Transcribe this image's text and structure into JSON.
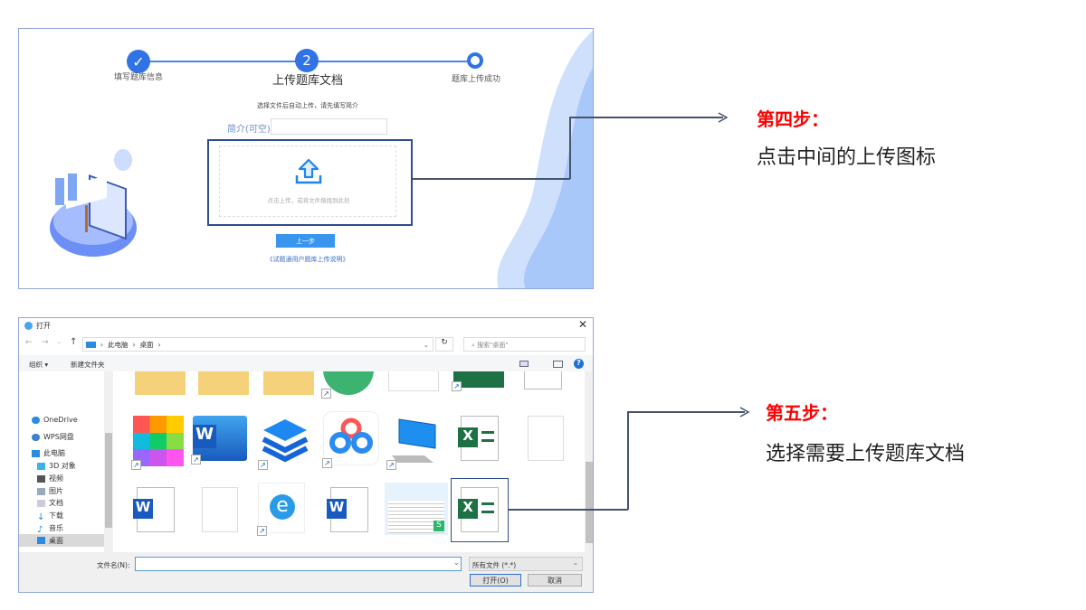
{
  "upload_page": {
    "steps": [
      {
        "label": "填写题库信息",
        "state": "done",
        "icon": "check-icon"
      },
      {
        "label": "上传题库文档",
        "number": "2",
        "state": "current"
      },
      {
        "label": "题库上传成功",
        "state": "pending"
      }
    ],
    "hint": "选择文件后自动上传，请先填写简介",
    "intro_label": "简介(可空)",
    "intro_value": "",
    "dropzone_text": "点击上传，或将文件拖拽到此处",
    "prev_button": "上一步",
    "help_link": "《试题通用户题库上传说明》",
    "accent": "#2f8ff0"
  },
  "annotations": [
    {
      "title": "第四步：",
      "text": "点击中间的上传图标",
      "color": "#ff0000"
    },
    {
      "title": "第五步：",
      "text": "选择需要上传题库文档",
      "color": "#ff0000"
    }
  ],
  "dialog": {
    "title": "打开",
    "breadcrumb": [
      "此电脑",
      "桌面"
    ],
    "search_placeholder": "搜索\"桌面\"",
    "toolbar": {
      "organize": "组织 ▾",
      "new_folder": "新建文件夹"
    },
    "sidebar": [
      {
        "label": "OneDrive",
        "icon": "cloud-icon"
      },
      {
        "label": "WPS网盘",
        "icon": "cloud-icon"
      },
      {
        "label": "此电脑",
        "icon": "computer-icon"
      },
      {
        "label": "3D 对象",
        "icon": "cube-icon"
      },
      {
        "label": "视频",
        "icon": "video-icon"
      },
      {
        "label": "图片",
        "icon": "picture-icon"
      },
      {
        "label": "文档",
        "icon": "document-icon"
      },
      {
        "label": "下载",
        "icon": "download-icon"
      },
      {
        "label": "音乐",
        "icon": "music-icon"
      },
      {
        "label": "桌面",
        "icon": "desktop-icon",
        "selected": true
      }
    ],
    "files_row1": [
      "folder",
      "folder-doc",
      "folder",
      "app-green",
      "app-generic",
      "excel-app",
      "excel-file"
    ],
    "files_row2": [
      "color-grid-app",
      "word-app",
      "stack-app",
      "baidu-cloud-app",
      "computer-shortcut",
      "excel-file",
      "text-file"
    ],
    "files_row3": [
      "word-file",
      "text-file",
      "ie-shortcut",
      "word-file",
      "spreadsheet-thumb",
      "excel-file-selected"
    ],
    "filename_label": "文件名(N):",
    "filename_value": "",
    "filter": "所有文件 (*.*)",
    "open_button": "打开(O)",
    "cancel_button": "取消"
  }
}
